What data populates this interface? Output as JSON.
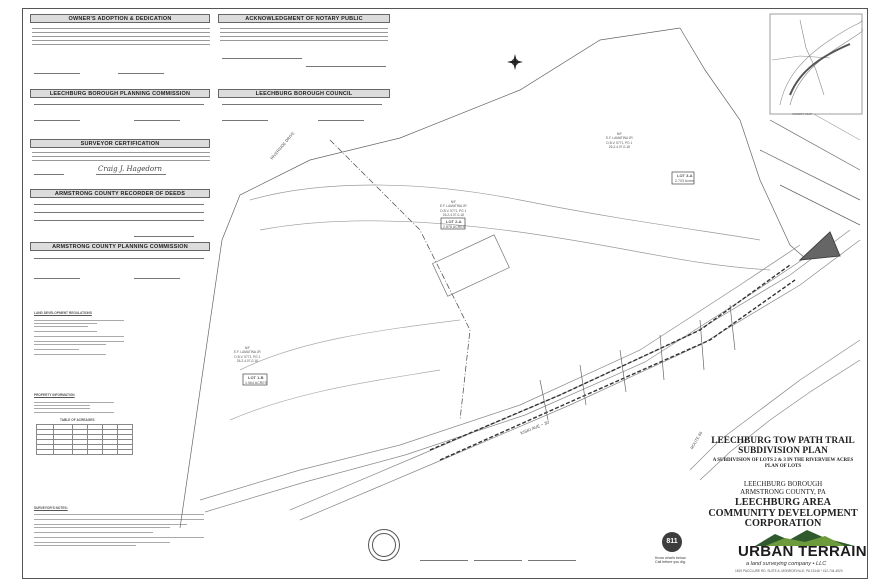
{
  "blocks": {
    "owner_adoption": "OWNER'S ADOPTION & DEDICATION",
    "notary": "ACKNOWLEDGMENT OF NOTARY PUBLIC",
    "borough_planning": "LEECHBURG BOROUGH PLANNING COMMISSION",
    "borough_council": "LEECHBURG BOROUGH COUNCIL",
    "surveyor": "SURVEYOR CERTIFICATION",
    "recorder": "ARMSTRONG COUNTY RECORDER OF DEEDS",
    "county_planning": "ARMSTRONG COUNTY PLANNING COMMISSION"
  },
  "map_labels": {
    "lot3a": "LOT 3-A",
    "lot3a_area": "2.703 Acres",
    "lot2a": "LOT 2-A",
    "lot2a_area": "2.876 ACRES",
    "lot1b": "LOT 1-B",
    "lot1b_area": "1.064 ACRES",
    "owner": "N/F\nE.F. LAMATINA JR\nD.B.V. 5771, PG 1\n26-2-4.07-0-18",
    "road_kiski": "KISKI AVE ~ 30'",
    "road_riverside": "RIVERSIDE DRIVE",
    "route": "ROUTE 66",
    "north": "N"
  },
  "title_block": {
    "title": "LEECHBURG TOW PATH TRAIL SUBDIVISION PLAN",
    "subtitle": "A SUBDIVISION OF LOTS 2 & 3 IN THE RIVERVIEW ACRES PLAN OF LOTS",
    "municipality": "LEECHBURG BOROUGH",
    "county": "ARMSTRONG COUNTY, PA",
    "client": "LEECHBURG AREA COMMUNITY DEVELOPMENT CORPORATION"
  },
  "firm": {
    "name": "URBAN TERRAIN",
    "tagline": "a land surveying company • LLC",
    "address": "1819 PACCLURE RD. SUITE A, MONROEVILLE, PA 15146 * 412-744-4920"
  },
  "call": {
    "number": "811",
    "text": "Know what's below.\nCall before you dig."
  },
  "sections": {
    "notes": "SURVEYOR'S NOTES:",
    "regs": "LAND DEVELOPMENT REGULATIONS",
    "property": "PROPERTY INFORMATION",
    "acreage": "TABLE OF ACREAGES"
  },
  "key_map": "VICINITY MAP",
  "surveyor_signature": "Craig J. Hagedorn"
}
